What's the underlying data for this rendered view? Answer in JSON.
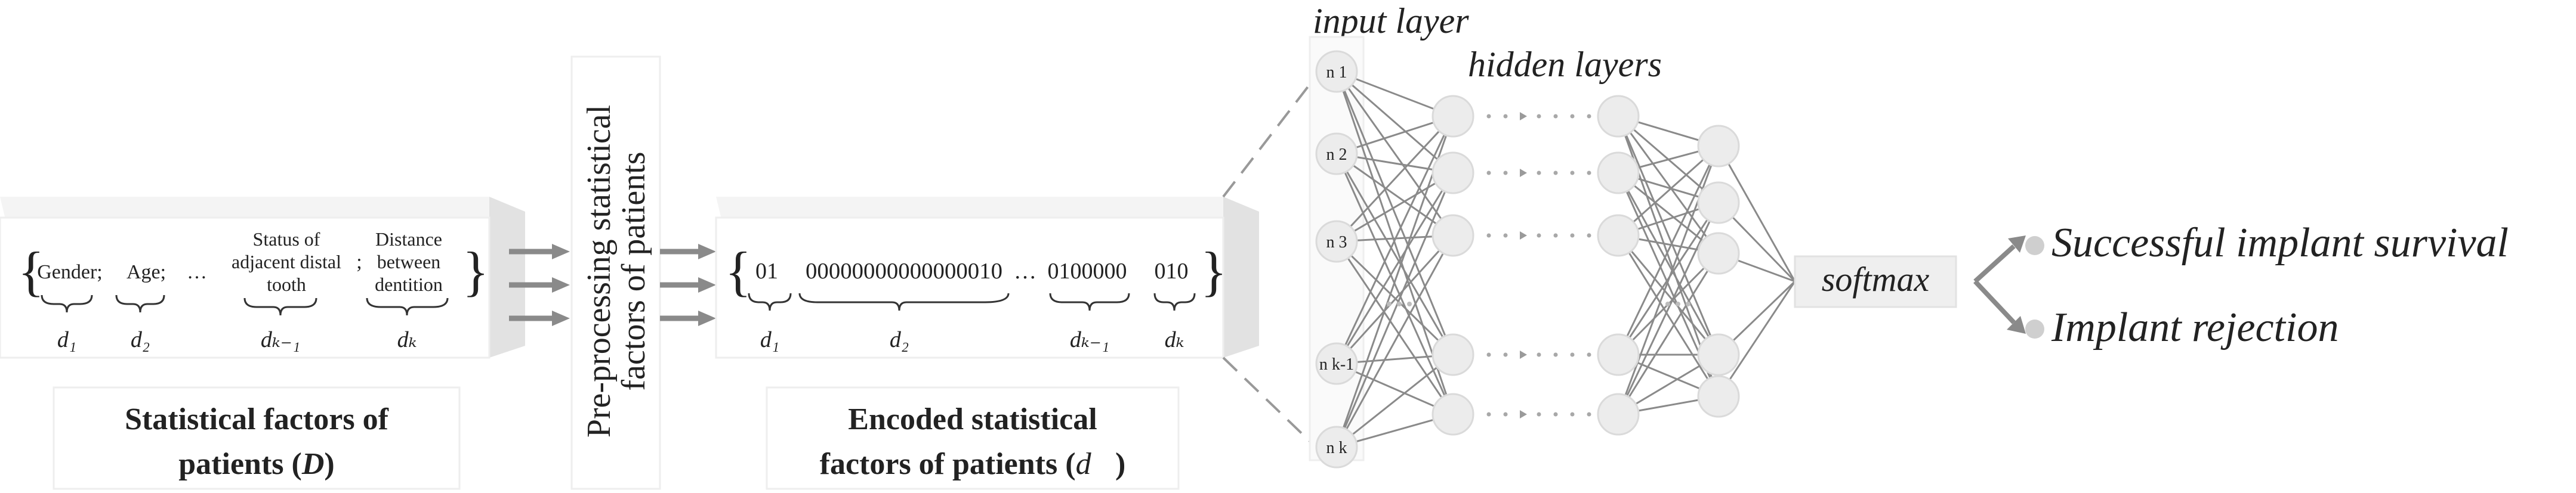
{
  "raw_panel": {
    "items": [
      {
        "label": "Gender;",
        "sub": "d₁"
      },
      {
        "label": "Age;",
        "sub": "d₂"
      },
      {
        "label": "…",
        "sub": ""
      },
      {
        "label": "Status of adjacent distal tooth",
        "line1": "Status of",
        "line2": "adjacent distal",
        "line3": "tooth",
        "sep": ";",
        "sub": "dₖ₋₁"
      },
      {
        "label": "Distance between dentition",
        "line1": "Distance",
        "line2": "between",
        "line3": "dentition",
        "sub": "dₖ"
      }
    ],
    "caption_line1": "Statistical factors of",
    "caption_line2_prefix": "patients (",
    "caption_line2_symbol": "D",
    "caption_line2_suffix": ")"
  },
  "preprocess": {
    "line1": "Pre-processing statistical",
    "line2": "factors of patients"
  },
  "encoded_panel": {
    "codes": [
      "01",
      "00000000000000010",
      "…",
      "0100000",
      "010"
    ],
    "subs": [
      "d₁",
      "d₂",
      "dₖ₋₁",
      "dₖ"
    ],
    "caption_line1": "Encoded statistical",
    "caption_line2_prefix": "factors of patients (",
    "caption_line2_symbol": "d⃗",
    "caption_line2_suffix": ")"
  },
  "network": {
    "input_title": "input layer",
    "hidden_title": "hidden layers",
    "input_nodes": [
      "n 1",
      "n 2",
      "n 3",
      "n k-1",
      "n k"
    ],
    "softmax_label": "softmax"
  },
  "outputs": [
    "Successful implant survival",
    "Implant rejection"
  ]
}
